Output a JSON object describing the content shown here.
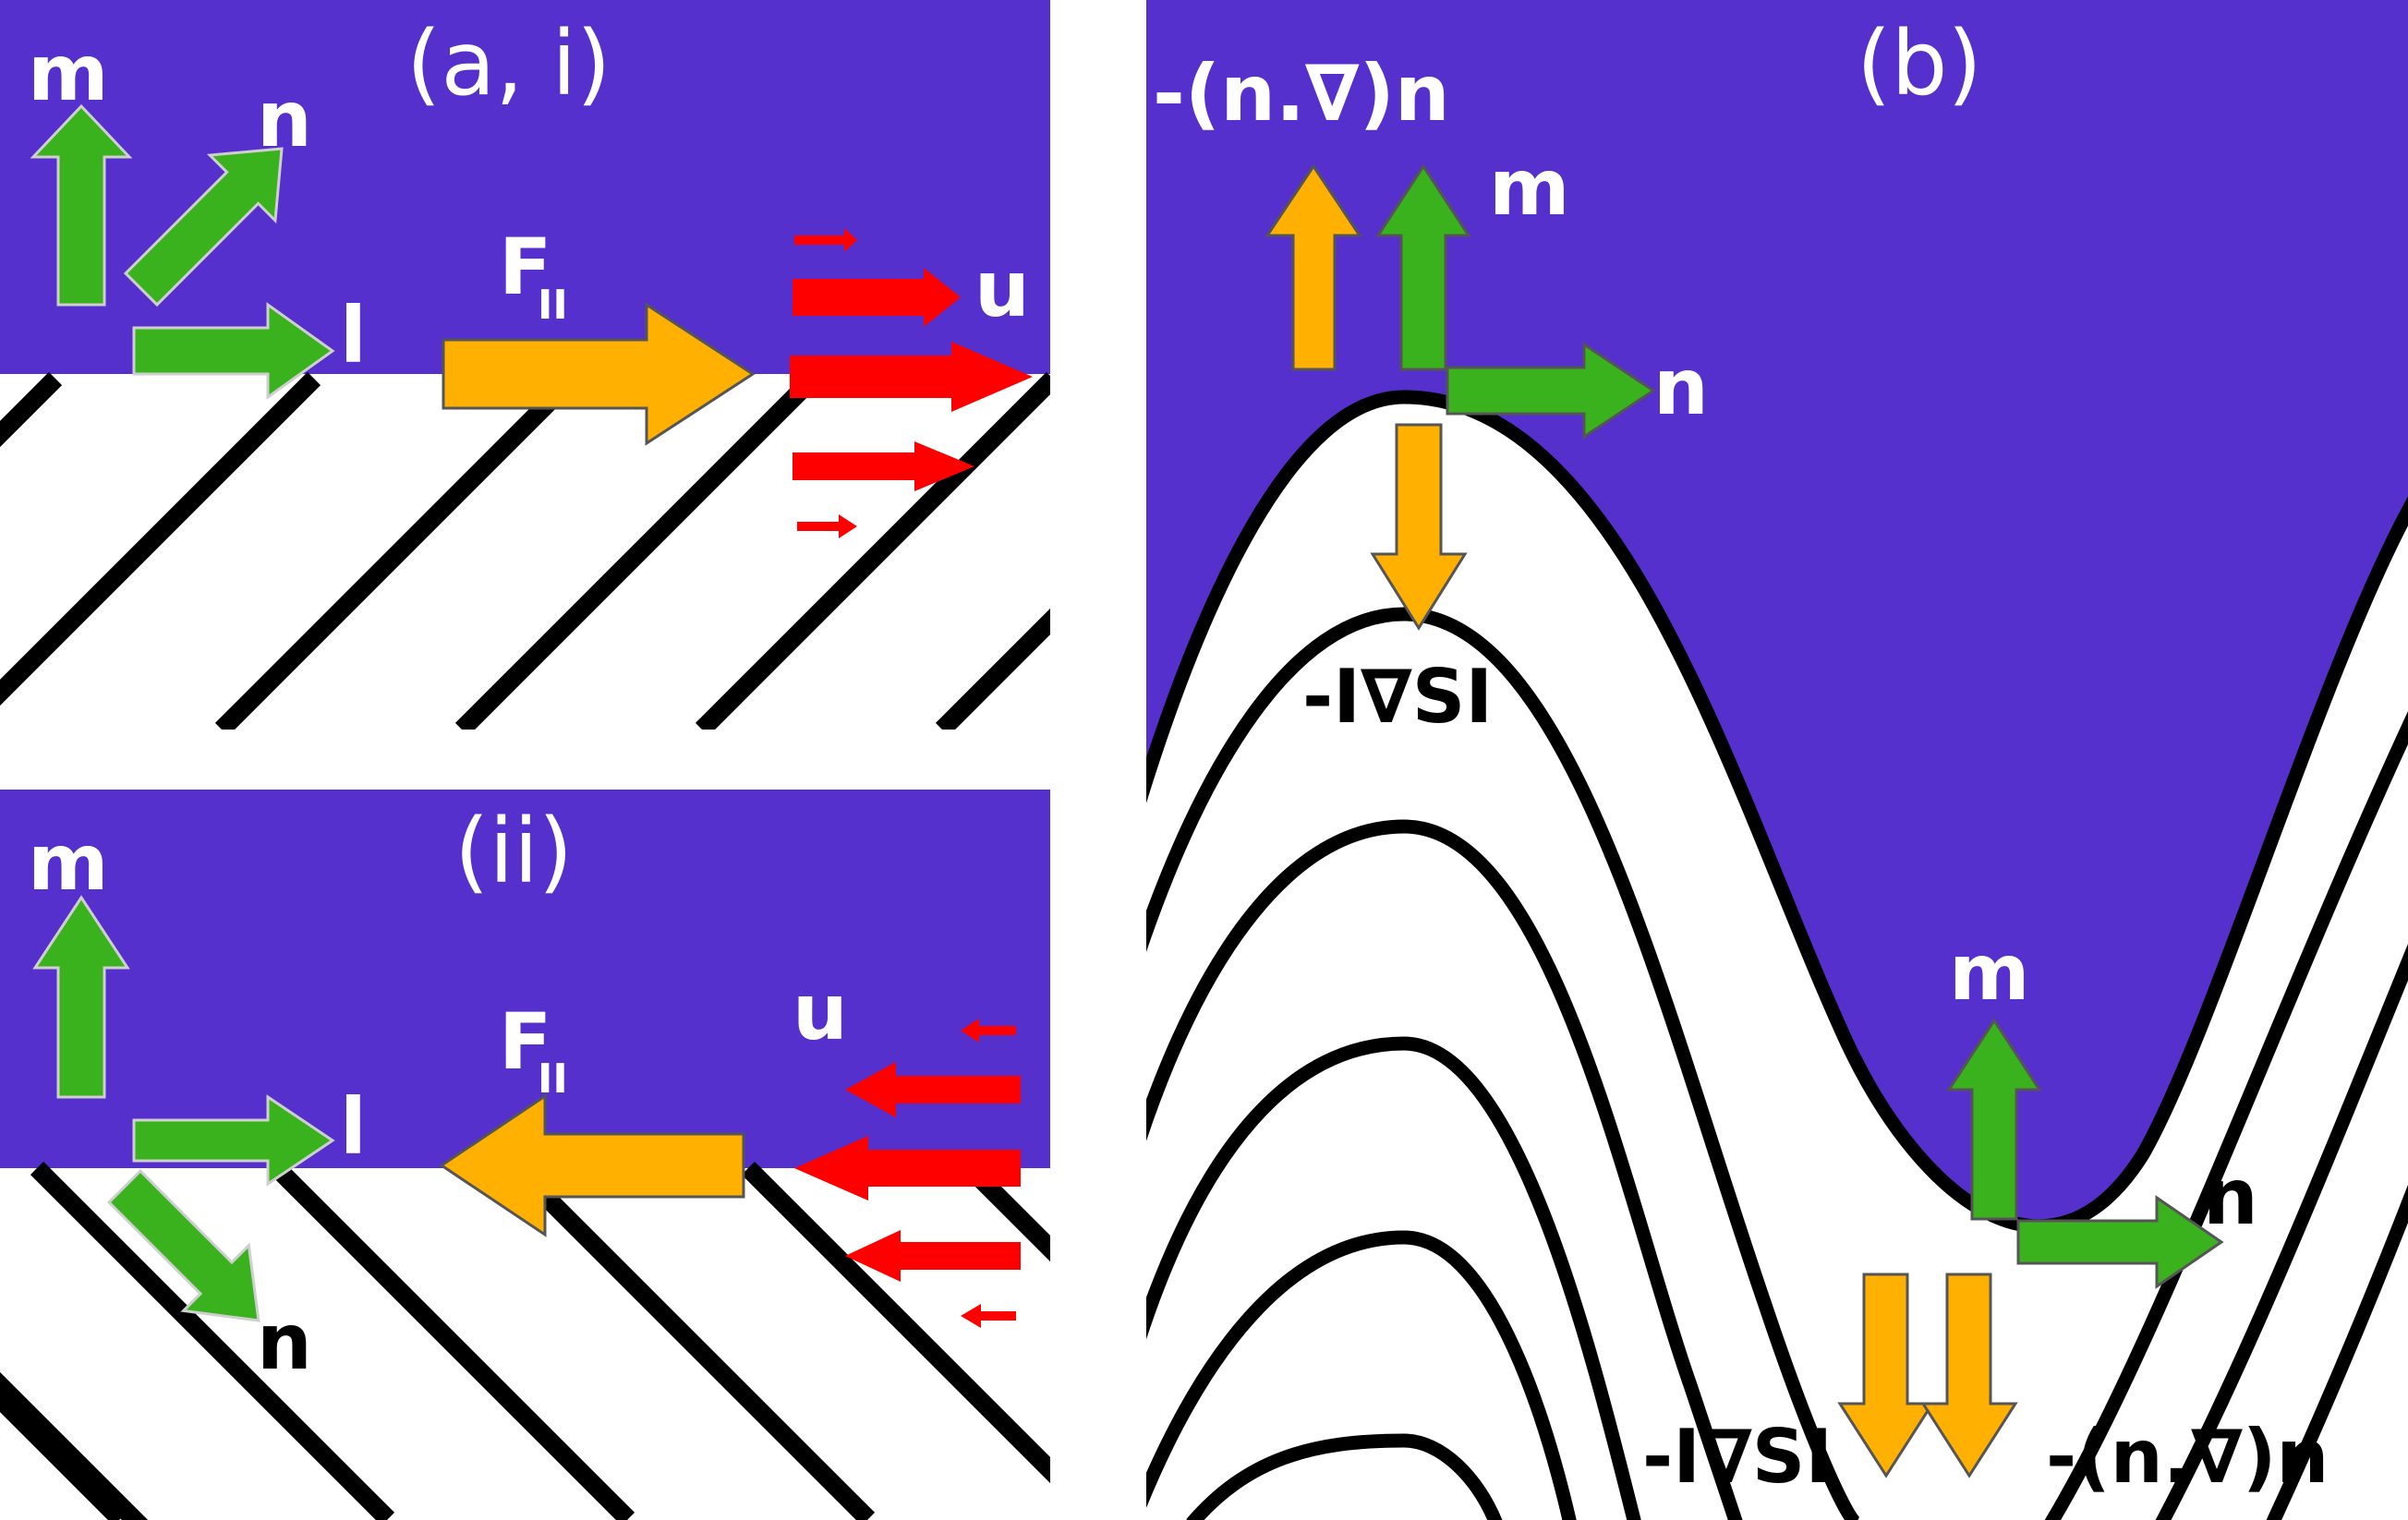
{
  "colors": {
    "fluid": "#5530cc",
    "director_arrow": "#3ab21e",
    "force_arrow": "#ffb000",
    "flow_arrow": "#ff0000",
    "layer_line": "#000000",
    "background": "#ffffff"
  },
  "panel_a_i": {
    "title": "(a, i)",
    "m_label": "m",
    "n_label": "n",
    "l_label": "l",
    "force_label": "F",
    "force_subscript": "II",
    "flow_label": "u"
  },
  "panel_a_ii": {
    "title": "(ii)",
    "m_label": "m",
    "n_label": "n",
    "l_label": "l",
    "force_label": "F",
    "force_subscript": "II",
    "flow_label": "u"
  },
  "panel_b": {
    "title": "(b)",
    "top": {
      "curvature_label": "-(n.∇)n",
      "m_label": "m",
      "n_label": "n",
      "grad_label": "-I∇SI"
    },
    "bottom": {
      "m_label": "m",
      "n_label": "n",
      "grad_label": "-I∇SI",
      "curvature_label": "-(n.∇)n"
    }
  }
}
